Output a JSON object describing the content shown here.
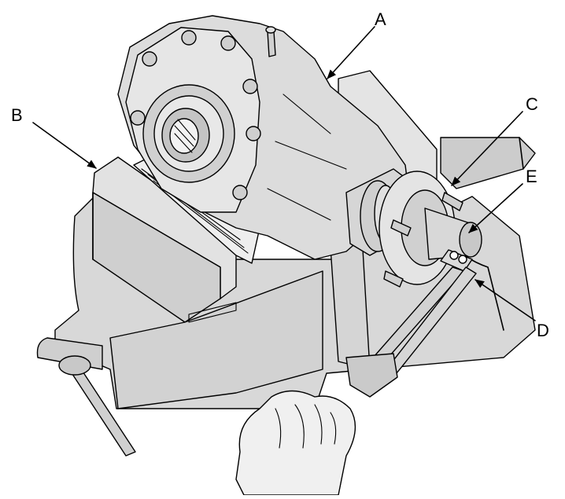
{
  "labels": {
    "a": "A",
    "b": "B",
    "c": "C",
    "d": "D",
    "e": "E"
  },
  "colors": {
    "line": "#000000",
    "fill": "#d6d6d6",
    "background": "#ffffff"
  }
}
